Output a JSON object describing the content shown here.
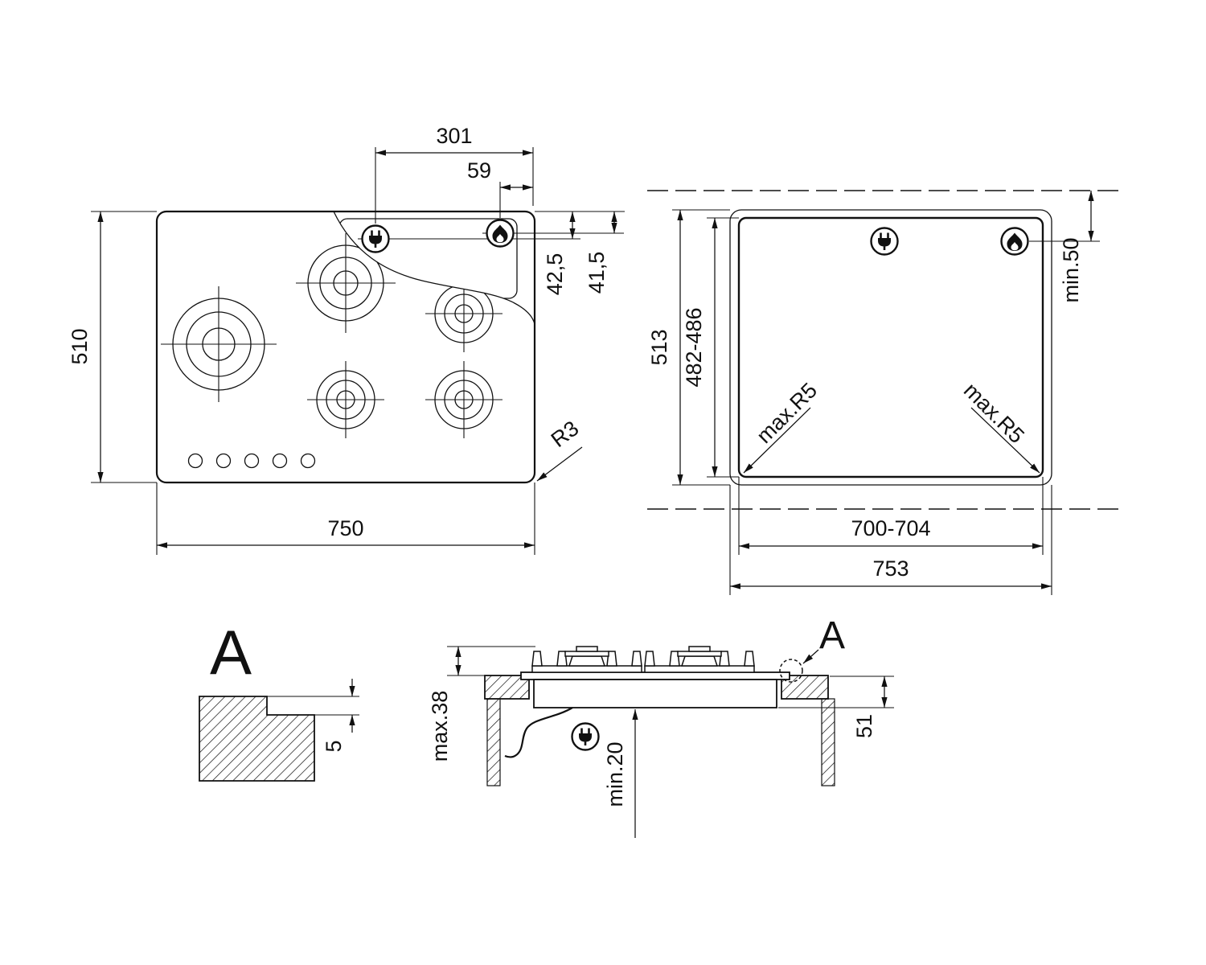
{
  "drawing": {
    "plan": {
      "dim_plug_to_edge": "301",
      "dim_flame_to_edge": "59",
      "dim_depth": "510",
      "dim_top_to_plug": "42,5",
      "dim_top_to_flame": "41,5",
      "dim_width": "750",
      "corner_radius": "R3"
    },
    "cutout": {
      "dim_depth_overall": "513",
      "dim_cutout_depth": "482-486",
      "dim_rear_clearance": "min.50",
      "radius_left": "max.R5",
      "radius_right": "max.R5",
      "dim_cutout_width": "700-704",
      "dim_width_overall": "753"
    },
    "detail": {
      "label": "A",
      "dim_step": "5"
    },
    "section": {
      "dim_above_top": "max.38",
      "dim_below_clearance": "min.20",
      "dim_recess": "51",
      "detail_label": "A"
    },
    "icons": {
      "power": "plug-icon",
      "gas": "flame-icon"
    },
    "colors": {
      "line": "#111111",
      "background": "#ffffff"
    }
  }
}
